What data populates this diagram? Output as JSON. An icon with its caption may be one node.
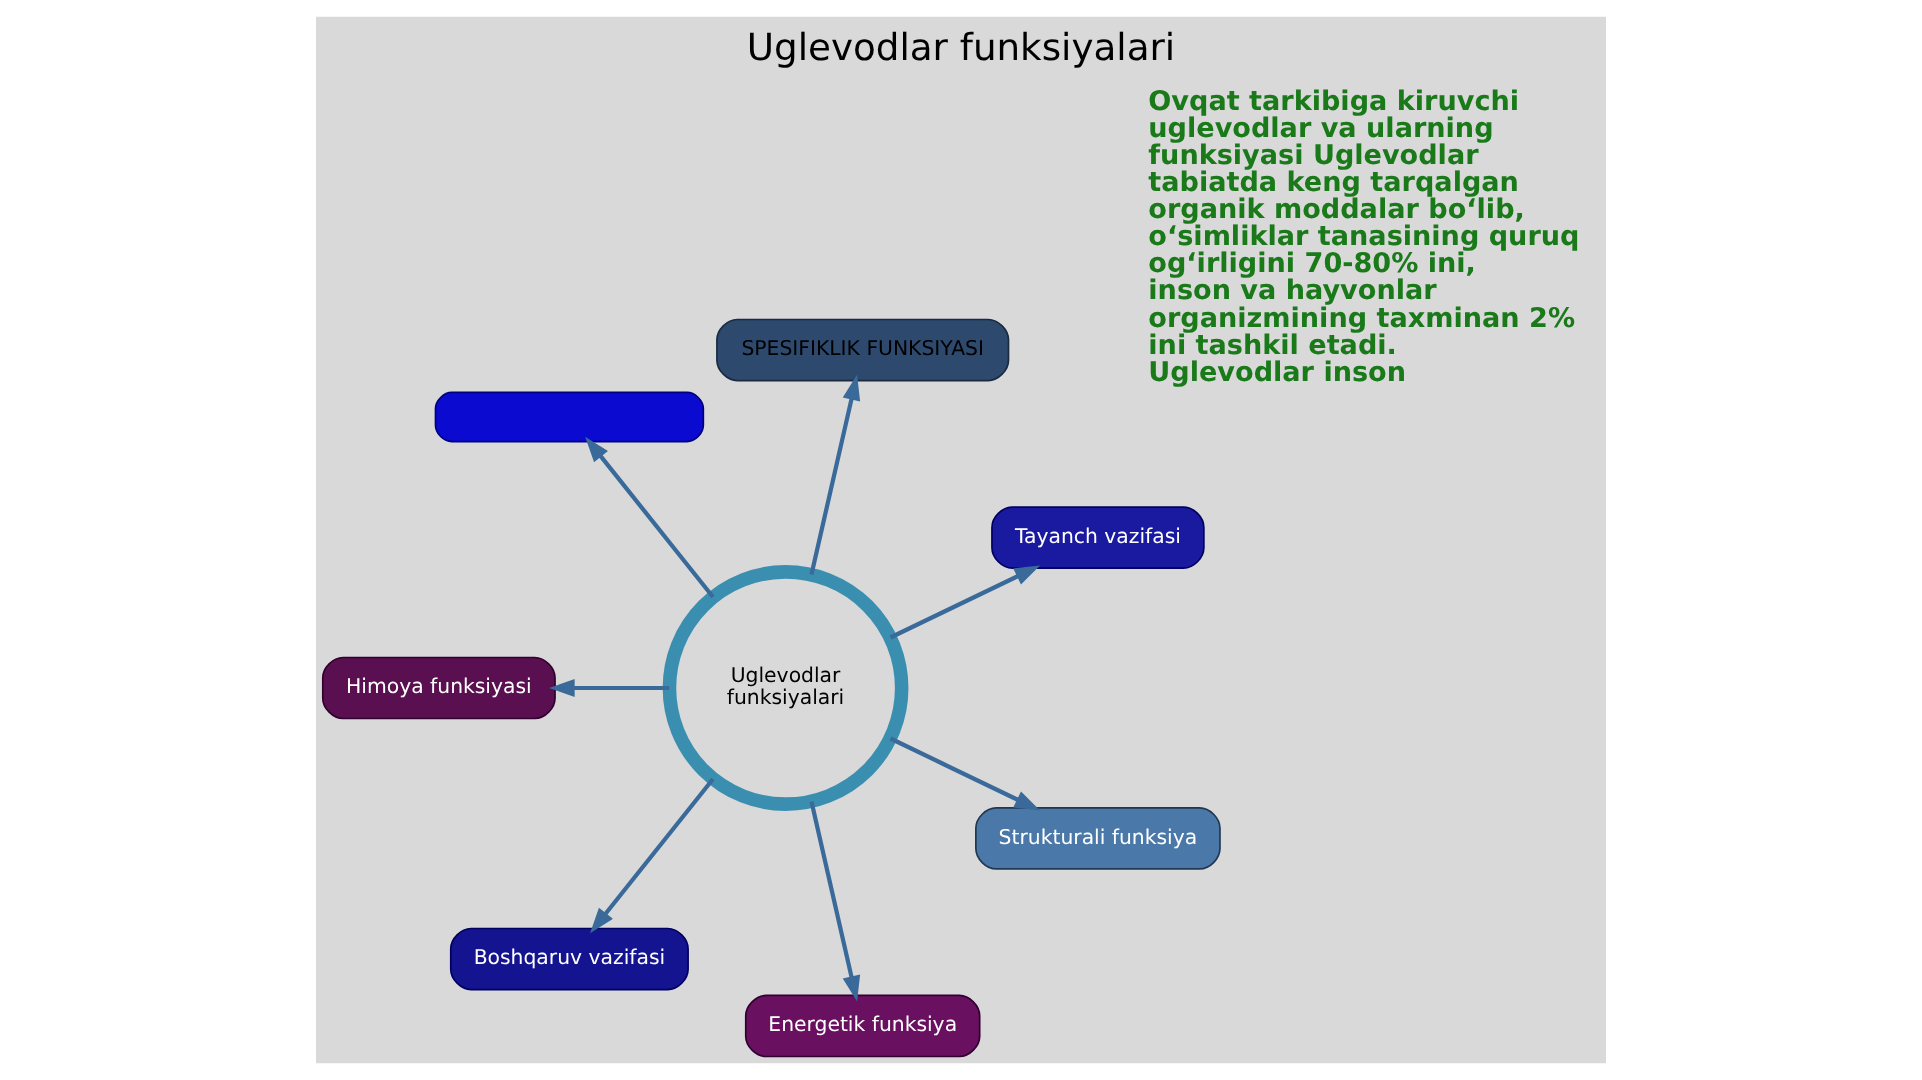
{
  "diagram": {
    "title": "Uglevodlar funksiyalari",
    "nodes": [
      {
        "text": [
          "Uglevodlar funksiyalari"
        ]
      },
      {
        "text": [
          "Tayanch vazifasi"
        ]
      },
      {
        "text": [
          "SPESIFIKLIK FUNKSIYASI"
        ]
      },
      {
        "text": [],
        "shape": "box"
      },
      {
        "text": [
          "Himoya funksiyasi"
        ]
      },
      {
        "text": [
          "Boshqaruv vazifasi"
        ]
      },
      {
        "text": [
          "Energetik funksiya"
        ]
      },
      {
        "text": [
          "Strukturali funksiya"
        ]
      }
    ],
    "edges": [
      {
        "from": 0,
        "to": 1,
        "arrow": "to"
      },
      {
        "from": 0,
        "to": 2,
        "arrow": "to"
      },
      {
        "from": 0,
        "to": 3,
        "arrow": "to"
      },
      {
        "from": 0,
        "to": 4,
        "arrow": "to"
      },
      {
        "from": 0,
        "to": 5,
        "arrow": "to"
      },
      {
        "from": 0,
        "to": 6,
        "arrow": "to"
      },
      {
        "from": 0,
        "to": 7,
        "arrow": "to"
      }
    ],
    "labels": [
      "Ovqat tarkibiga kiruvchi uglevodlar va ularning funksiyasi Uglevodlar tabiatda keng tarqalgan organik moddalar bo‘lib, o‘simliklar tanasining quruq og‘irligini 70-80% ini, inson va hayvonlar organizmining taxminan 2% ini tashkil etadi. Uglevodlar inson"
    ]
  }
}
